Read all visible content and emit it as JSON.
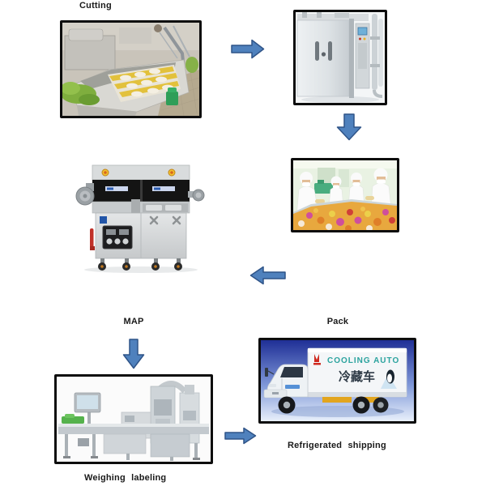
{
  "labels": {
    "cutting": "Cutting",
    "map": "MAP",
    "pack": "Pack",
    "weighing_labeling": "Weighing labeling",
    "refrigerated_shipping": "Refrigerated shipping"
  },
  "truck": {
    "brand_text": "COOLING AUTO",
    "cn_text": "冷藏车"
  },
  "colors": {
    "arrow_fill": "#4f81bd",
    "arrow_stroke": "#2f5488",
    "photo_border": "#0d0d0d",
    "label_text": "#1a1a1a",
    "truck_brand_color": "#2ba39e",
    "truck_sky_top": "#1f2f96",
    "truck_sky_bottom": "#e9f0fb"
  },
  "photos": {
    "p1": "cutting-washing-machine",
    "p2": "processing-cabinet-machine",
    "p3": "workers-sorting-produce",
    "p4": "map-packaging-machine",
    "p5": "weighing-labeling-line",
    "p6": "refrigerated-truck"
  }
}
